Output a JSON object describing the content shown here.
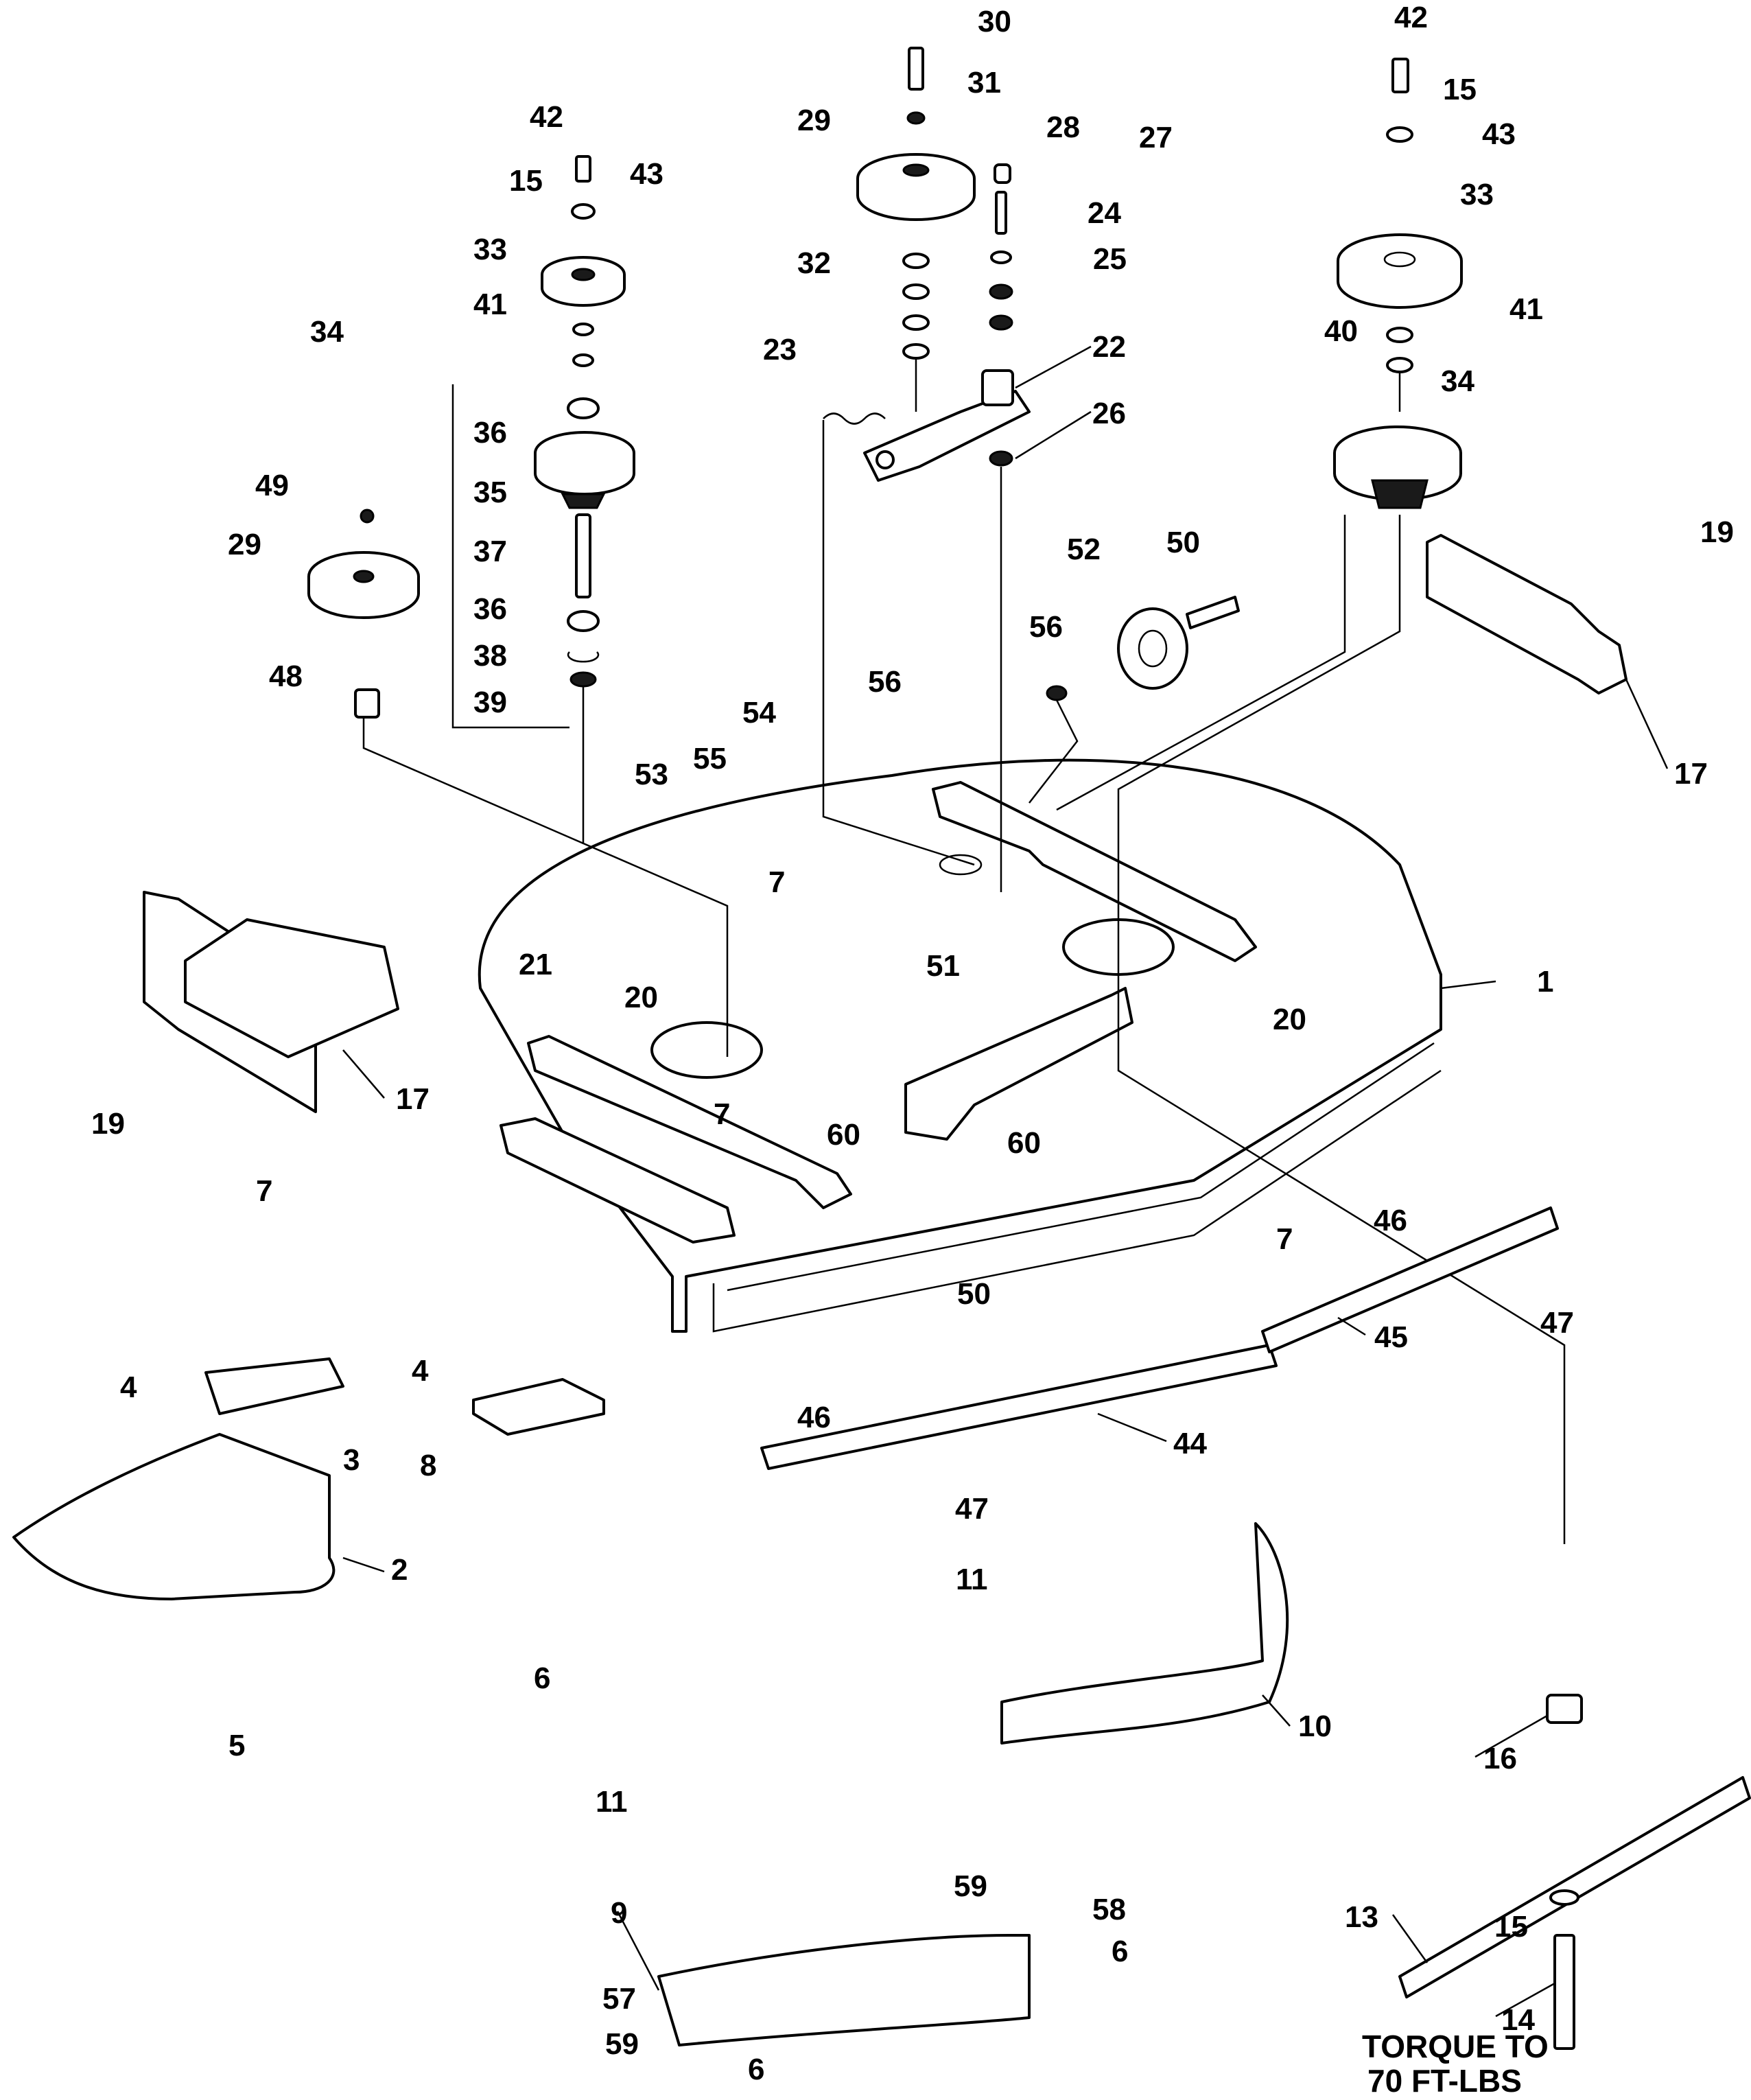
{
  "callouts": {
    "c1": "1",
    "c2": "2",
    "c3": "3",
    "c4": "4",
    "c5": "5",
    "c6": "6",
    "c7": "7",
    "c8": "8",
    "c9": "9",
    "c10": "10",
    "c11": "11",
    "c13": "13",
    "c14": "14",
    "c15": "15",
    "c16": "16",
    "c17": "17",
    "c19": "19",
    "c20": "20",
    "c21": "21",
    "c22": "22",
    "c23": "23",
    "c24": "24",
    "c25": "25",
    "c26": "26",
    "c27": "27",
    "c28": "28",
    "c29": "29",
    "c30": "30",
    "c31": "31",
    "c32": "32",
    "c33": "33",
    "c34": "34",
    "c35": "35",
    "c36": "36",
    "c37": "37",
    "c38": "38",
    "c39": "39",
    "c40": "40",
    "c41": "41",
    "c42": "42",
    "c43": "43",
    "c44": "44",
    "c45": "45",
    "c46": "46",
    "c47": "47",
    "c48": "48",
    "c49": "49",
    "c50": "50",
    "c51": "51",
    "c52": "52",
    "c53": "53",
    "c54": "54",
    "c55": "55",
    "c56": "56",
    "c57": "57",
    "c58": "58",
    "c59": "59",
    "c60": "60"
  },
  "torque_note": {
    "line1": "TORQUE TO",
    "line2": "70 FT-LBS"
  }
}
